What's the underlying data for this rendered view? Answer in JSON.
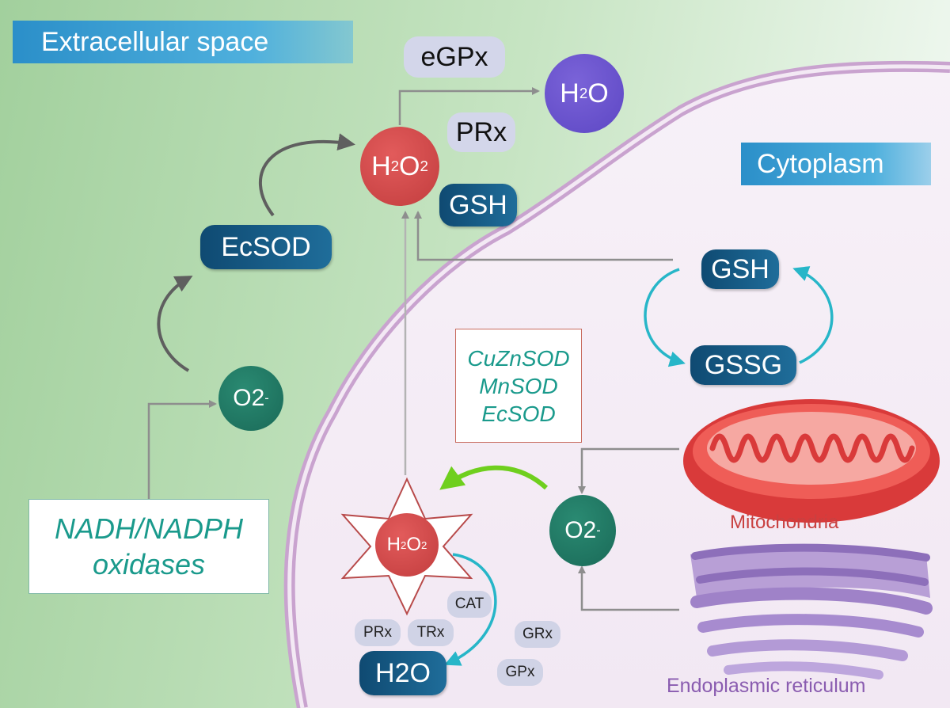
{
  "regions": {
    "extracellular": "Extracellular space",
    "cytoplasm": "Cytoplasm"
  },
  "enzymes": {
    "egpx": "eGPx",
    "prx": "PRx",
    "gsh_top": "GSH",
    "ecsod": "EcSOD",
    "gsh_cycle": "GSH",
    "gssg": "GSSG"
  },
  "molecules": {
    "water_top": {
      "base": "H",
      "sub": "2",
      "tail": "O"
    },
    "h2o2_top": {
      "a": "H",
      "sub1": "2",
      "b": "O",
      "sub2": "2"
    },
    "superoxide_out": {
      "base": "O2",
      "sup": "-"
    },
    "superoxide_in": {
      "base": "O2",
      "sup": "-"
    },
    "h2o2_star": {
      "a": "H",
      "sub1": "2",
      "b": "O",
      "sub2": "2"
    },
    "water_bottom": "H2O"
  },
  "oxidase_box": {
    "line1": "NADH/NADPH",
    "line2": "oxidases"
  },
  "sod_box": {
    "line1": "CuZnSOD",
    "line2": "MnSOD",
    "line3": "EcSOD"
  },
  "small_enzymes": {
    "cat": "CAT",
    "prx": "PRx",
    "trx": "TRx",
    "grx": "GRx",
    "gpx": "GPx"
  },
  "organelles": {
    "mitochondria": "Mitochondria",
    "er": "Endoplasmic reticulum"
  },
  "colors": {
    "extracellular_bg": "#a9d3a4",
    "cytoplasm_bg": "#f5eef6",
    "membrane": "#c9a3cf",
    "teal_italic": "#1a9a8c",
    "mito_label": "#c94040",
    "er_label": "#8a5cb0",
    "cycle_arrow": "#27b6c8",
    "green_arrow": "#6fcf1e"
  }
}
